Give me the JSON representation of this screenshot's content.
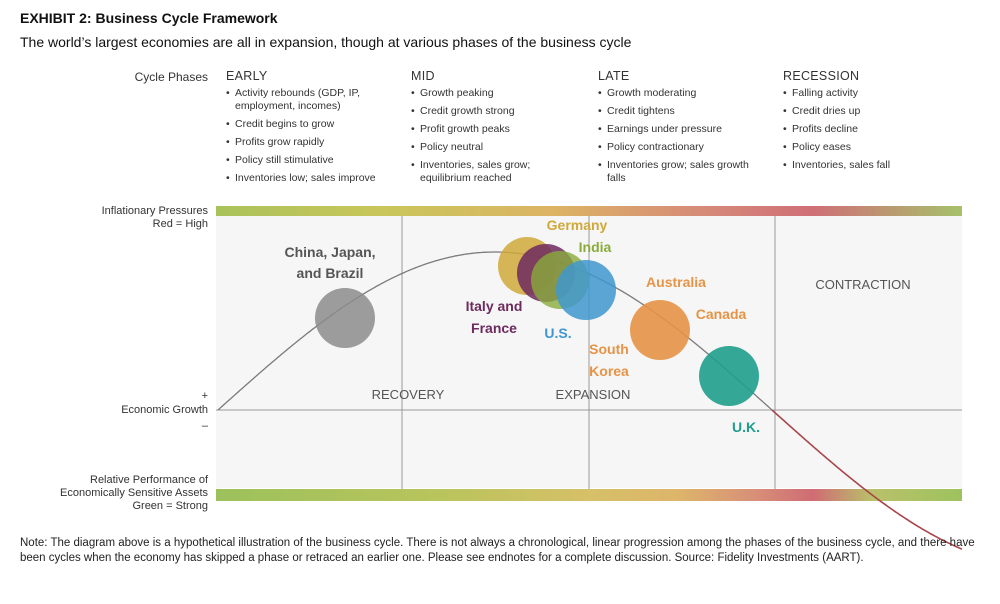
{
  "header": {
    "title": "EXHIBIT 2: Business Cycle Framework",
    "subtitle": "The world’s largest economies are all in expansion, though at various phases of the business cycle"
  },
  "labels": {
    "cycle_phases": "Cycle Phases",
    "inflation_line1": "Inflationary Pressures",
    "inflation_line2": "Red = High",
    "growth_plus": "+",
    "growth_label": "Economic Growth",
    "growth_minus": "–",
    "perf_line1": "Relative Performance of",
    "perf_line2": "Economically Sensitive Assets",
    "perf_line3": "Green = Strong"
  },
  "phases": [
    {
      "name": "EARLY",
      "bullets": [
        "Activity rebounds (GDP, IP, employment, incomes)",
        "Credit begins to grow",
        "Profits grow rapidly",
        "Policy still stimulative",
        "Inventories low; sales improve"
      ]
    },
    {
      "name": "MID",
      "bullets": [
        "Growth peaking",
        "Credit growth strong",
        "Profit growth peaks",
        "Policy neutral",
        "Inventories, sales grow; equilibrium reached"
      ]
    },
    {
      "name": "LATE",
      "bullets": [
        "Growth moderating",
        "Credit tightens",
        "Earnings under pressure",
        "Policy contractionary",
        "Inventories grow; sales growth falls"
      ]
    },
    {
      "name": "RECESSION",
      "bullets": [
        "Falling activity",
        "Credit dries up",
        "Profits decline",
        "Policy eases",
        "Inventories, sales fall"
      ]
    }
  ],
  "zones": {
    "recovery": "RECOVERY",
    "expansion": "EXPANSION",
    "contraction": "CONTRACTION"
  },
  "countries": {
    "china": [
      "China, Japan,",
      "and Brazil"
    ],
    "germany": "Germany",
    "india": "India",
    "italy_france": [
      "Italy and",
      "France"
    ],
    "us": "U.S.",
    "australia": "Australia",
    "canada": "Canada",
    "south_korea": [
      "South",
      "Korea"
    ],
    "uk": "U.K."
  },
  "colors": {
    "china": "#8c8c8c",
    "germany": "#cfa93a",
    "italy_france": "#6d2a5e",
    "india": "#8aab3c",
    "us": "#3f97cf",
    "australia": "#e59447",
    "canada": "#e59447",
    "south_korea": "#e59447",
    "uk": "#1f9e8c",
    "curve_positive": "#7a7a7a",
    "curve_negative": "#a8454a"
  },
  "note": "Note: The diagram above is a hypothetical illustration of the business cycle. There is not always a chronological, linear progression among the phases of the business cycle, and there have been cycles when the economy has skipped a phase or retraced an earlier one. Please see endnotes for a complete discussion. Source: Fidelity Investments (AART)."
}
